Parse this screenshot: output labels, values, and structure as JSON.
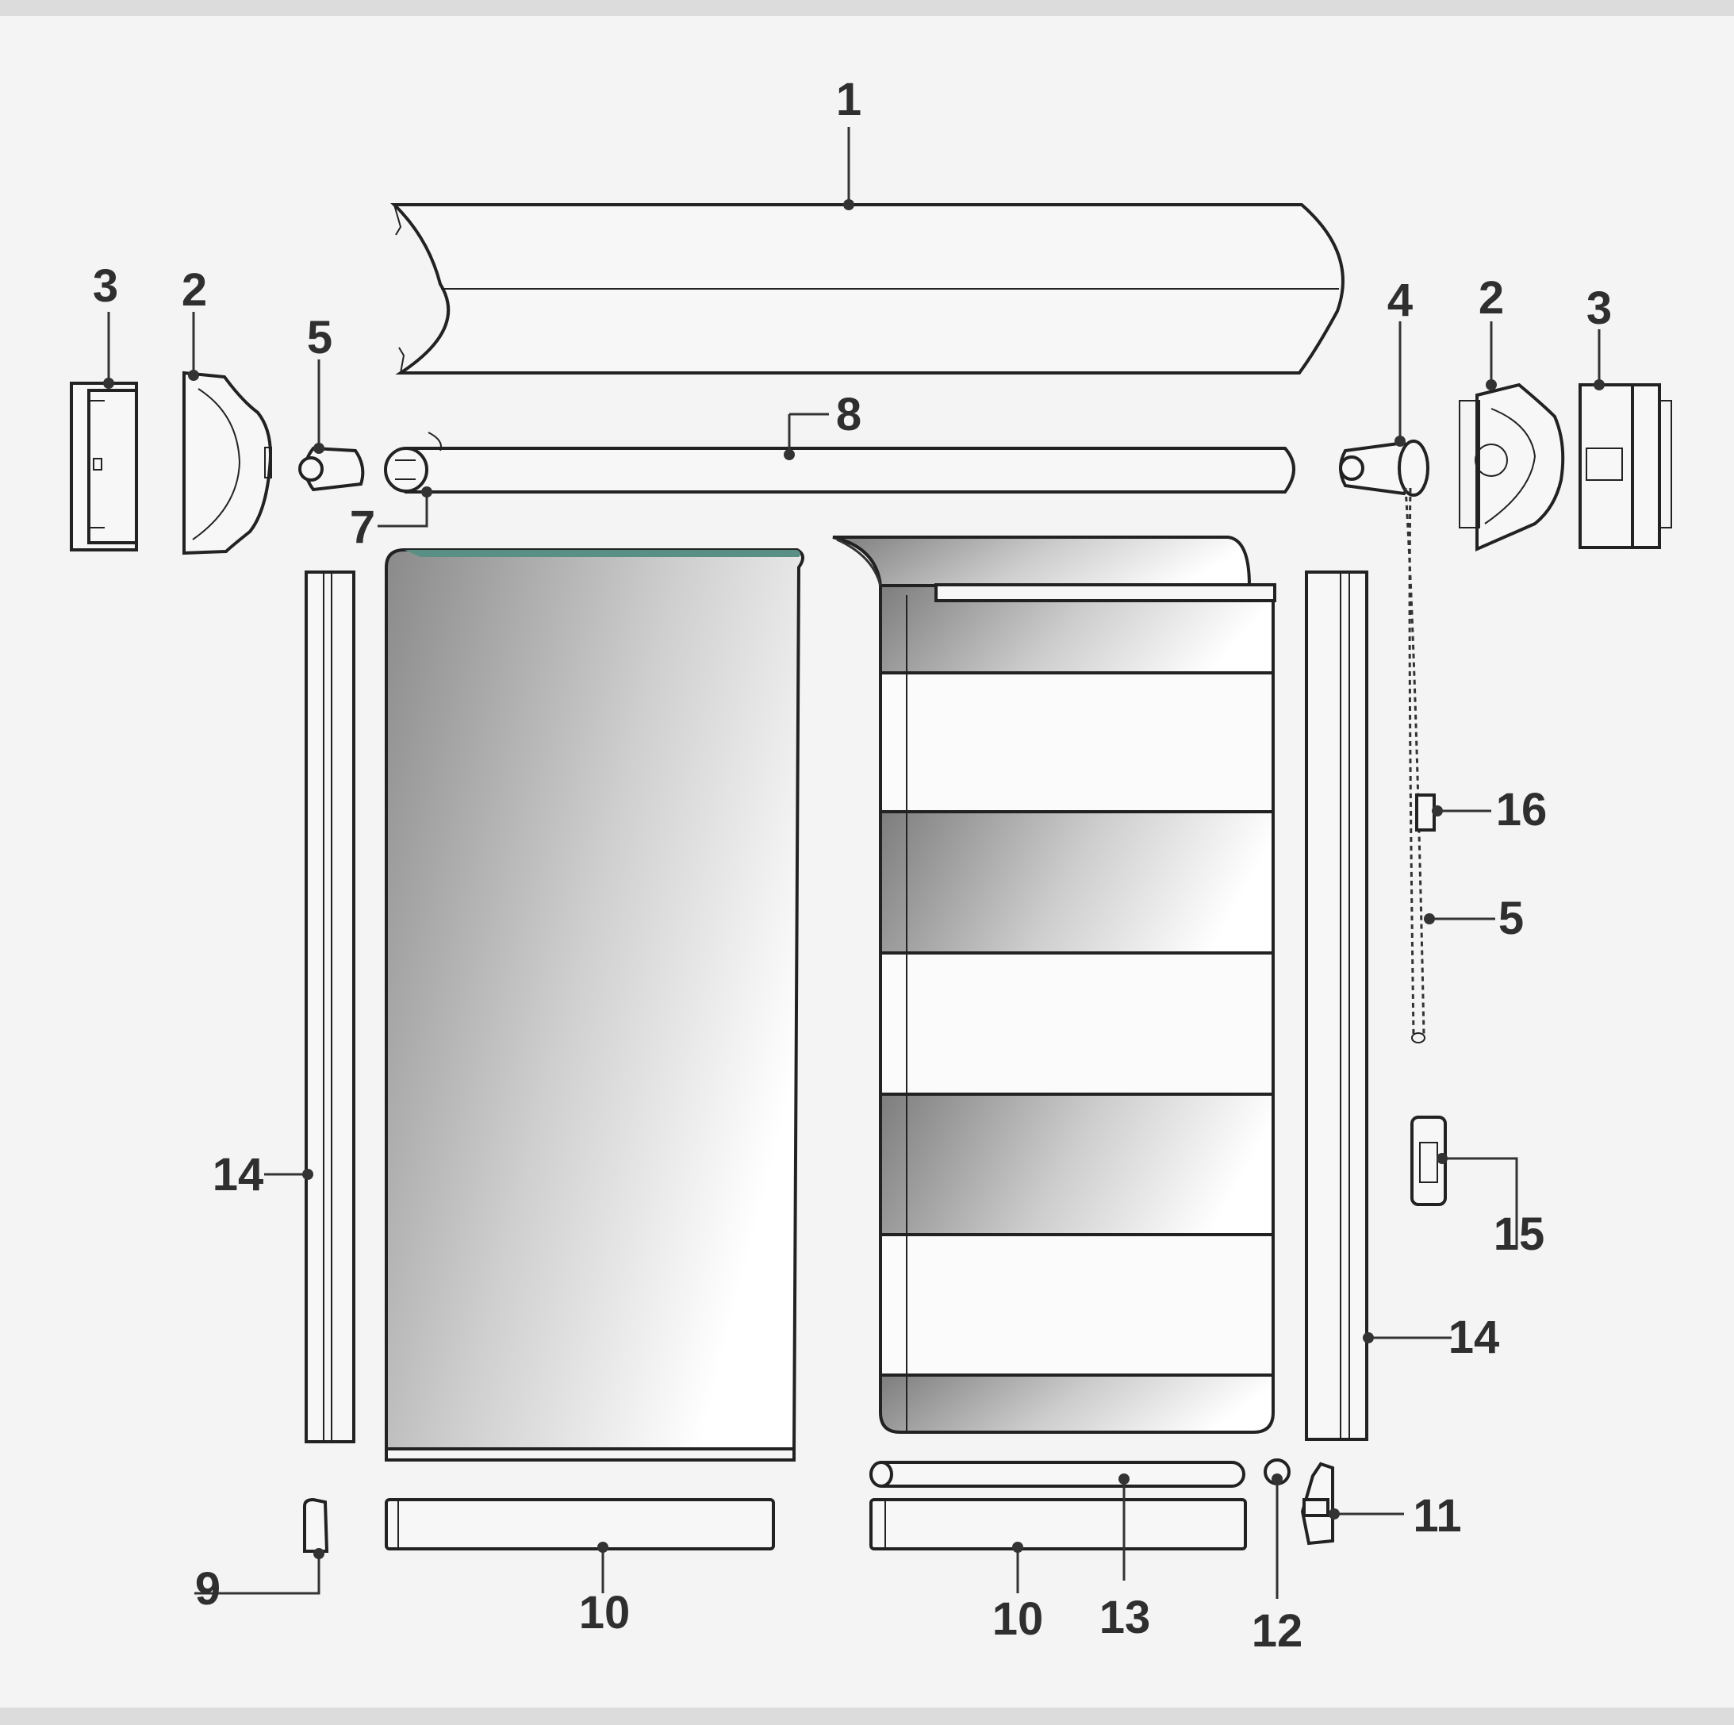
{
  "colors": {
    "background": "#f4f4f4",
    "frame_band": "#dcdcdc",
    "line": "#222222",
    "label": "#2f2f2f",
    "fabric_dark": "#8a8a8a",
    "fabric_light": "#ffffff",
    "fabric_edge": "#5a8f86"
  },
  "callouts": [
    {
      "id": "c1",
      "label": "1"
    },
    {
      "id": "c2a",
      "label": "2"
    },
    {
      "id": "c2b",
      "label": "2"
    },
    {
      "id": "c3a",
      "label": "3"
    },
    {
      "id": "c3b",
      "label": "3"
    },
    {
      "id": "c4",
      "label": "4"
    },
    {
      "id": "c5a",
      "label": "5"
    },
    {
      "id": "c5b",
      "label": "5"
    },
    {
      "id": "c7",
      "label": "7"
    },
    {
      "id": "c8",
      "label": "8"
    },
    {
      "id": "c9",
      "label": "9"
    },
    {
      "id": "c10a",
      "label": "10"
    },
    {
      "id": "c10b",
      "label": "10"
    },
    {
      "id": "c11",
      "label": "11"
    },
    {
      "id": "c12",
      "label": "12"
    },
    {
      "id": "c13",
      "label": "13"
    },
    {
      "id": "c14a",
      "label": "14"
    },
    {
      "id": "c14b",
      "label": "14"
    },
    {
      "id": "c15",
      "label": "15"
    },
    {
      "id": "c16",
      "label": "16"
    }
  ]
}
